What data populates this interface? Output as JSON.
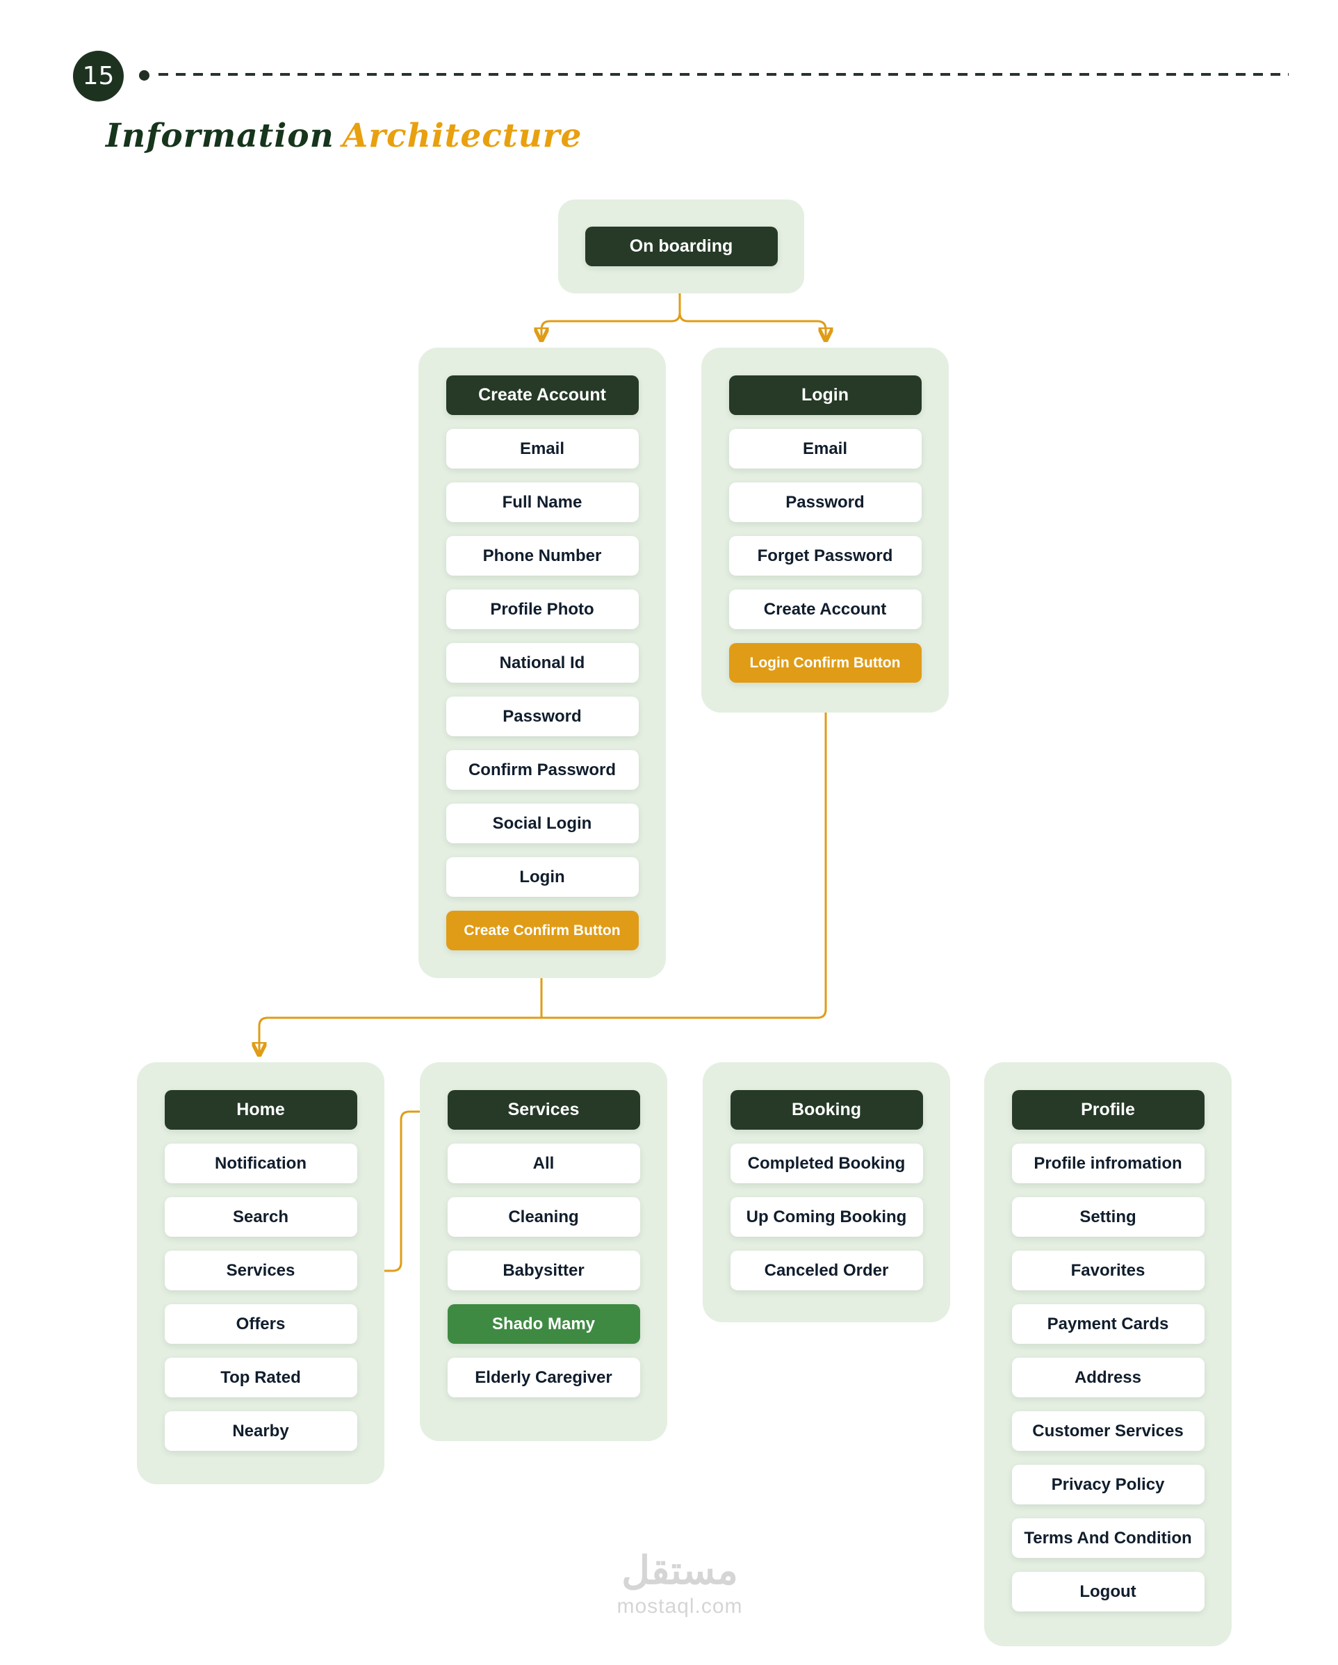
{
  "page": {
    "number": "15",
    "title": {
      "primary": "Information",
      "accent": "Architecture"
    }
  },
  "onboarding": {
    "label": "On boarding"
  },
  "groups": {
    "create_account": {
      "header": "Create Account",
      "items": [
        {
          "label": "Email",
          "type": "default"
        },
        {
          "label": "Full Name",
          "type": "default"
        },
        {
          "label": "Phone Number",
          "type": "default"
        },
        {
          "label": "Profile Photo",
          "type": "default"
        },
        {
          "label": "National Id",
          "type": "default"
        },
        {
          "label": "Password",
          "type": "default"
        },
        {
          "label": "Confirm Password",
          "type": "default"
        },
        {
          "label": "Social Login",
          "type": "default"
        },
        {
          "label": "Login",
          "type": "default"
        },
        {
          "label": "Create Confirm Button",
          "type": "accent"
        }
      ]
    },
    "login": {
      "header": "Login",
      "items": [
        {
          "label": "Email",
          "type": "default"
        },
        {
          "label": "Password",
          "type": "default"
        },
        {
          "label": "Forget Password",
          "type": "default"
        },
        {
          "label": "Create Account",
          "type": "default"
        },
        {
          "label": "Login Confirm Button",
          "type": "accent"
        }
      ]
    },
    "home": {
      "header": "Home",
      "items": [
        {
          "label": "Notification",
          "type": "default"
        },
        {
          "label": "Search",
          "type": "default"
        },
        {
          "label": "Services",
          "type": "default"
        },
        {
          "label": "Offers",
          "type": "default"
        },
        {
          "label": "Top Rated",
          "type": "default"
        },
        {
          "label": "Nearby",
          "type": "default"
        }
      ]
    },
    "services": {
      "header": "Services",
      "items": [
        {
          "label": "All",
          "type": "default"
        },
        {
          "label": "Cleaning",
          "type": "default"
        },
        {
          "label": "Babysitter",
          "type": "default"
        },
        {
          "label": "Shado Mamy",
          "type": "highlight"
        },
        {
          "label": "Elderly Caregiver",
          "type": "default"
        }
      ]
    },
    "booking": {
      "header": "Booking",
      "items": [
        {
          "label": "Completed Booking",
          "type": "default"
        },
        {
          "label": "Up Coming Booking",
          "type": "default"
        },
        {
          "label": "Canceled Order",
          "type": "default"
        }
      ]
    },
    "profile": {
      "header": "Profile",
      "items": [
        {
          "label": "Profile infromation",
          "type": "default"
        },
        {
          "label": "Setting",
          "type": "default"
        },
        {
          "label": "Favorites",
          "type": "default"
        },
        {
          "label": "Payment Cards",
          "type": "default"
        },
        {
          "label": "Address",
          "type": "default"
        },
        {
          "label": "Customer Services",
          "type": "default"
        },
        {
          "label": "Privacy Policy",
          "type": "default"
        },
        {
          "label": "Terms And Condition",
          "type": "default"
        },
        {
          "label": "Logout",
          "type": "default"
        }
      ]
    }
  },
  "colors": {
    "dark_green": "#263a27",
    "light_green": "#e4efe2",
    "accent_orange": "#e09c16",
    "highlight_green": "#3f8a43"
  },
  "watermark": {
    "arabic": "مستقل",
    "latin": "mostaql.com"
  }
}
